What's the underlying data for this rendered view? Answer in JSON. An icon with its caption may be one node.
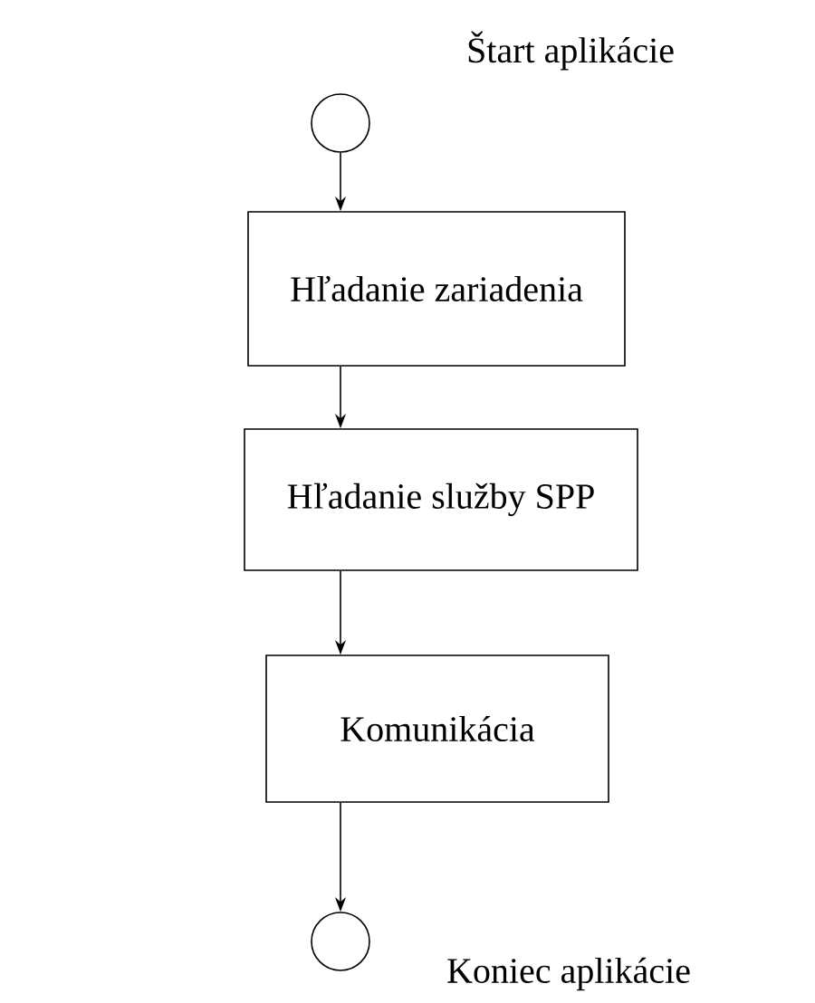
{
  "diagram": {
    "nodes": [
      {
        "text": [],
        "shape": "circle",
        "beside": [
          "Štart aplikácie"
        ]
      },
      {
        "text": [
          "Hľadanie zariadenia"
        ]
      },
      {
        "text": [
          "Hľadanie služby SPP"
        ]
      },
      {
        "text": [
          "Komunikácia"
        ]
      },
      {
        "text": [],
        "shape": "circle",
        "beside": [
          "Koniec aplikácie"
        ]
      }
    ],
    "edges": [
      {
        "from": 0,
        "to": 1,
        "arrow": "to"
      },
      {
        "from": 1,
        "to": 2,
        "arrow": "to"
      },
      {
        "from": 2,
        "to": 3,
        "arrow": "to"
      },
      {
        "from": 3,
        "to": 4,
        "arrow": "to"
      }
    ]
  }
}
